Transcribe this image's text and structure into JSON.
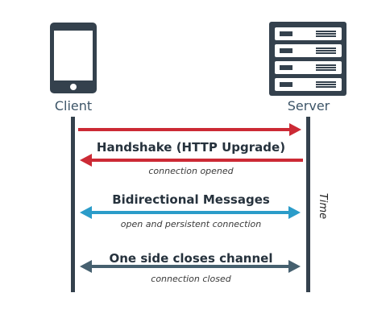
{
  "diagram": {
    "client_label": "Client",
    "server_label": "Server",
    "time_label": "Time",
    "messages": [
      {
        "id": "handshake-request",
        "direction": "client-to-server",
        "color": "#cc2a35",
        "title": "",
        "subtitle": ""
      },
      {
        "id": "handshake-response",
        "direction": "server-to-client",
        "color": "#cc2a35",
        "title": "Handshake (HTTP Upgrade)",
        "subtitle": "connection opened"
      },
      {
        "id": "bidirectional",
        "direction": "both",
        "color": "#2b9cc9",
        "title": "Bidirectional Messages",
        "subtitle": "open and persistent connection"
      },
      {
        "id": "close",
        "direction": "both",
        "color": "#46606f",
        "title": "One side closes channel",
        "subtitle": "connection closed"
      }
    ],
    "colors": {
      "lifeline": "#34414d",
      "actor_icon": "#34414d",
      "actor_text": "#3d5568",
      "handshake": "#cc2a35",
      "bidirectional": "#2b9cc9",
      "close": "#46606f"
    }
  }
}
